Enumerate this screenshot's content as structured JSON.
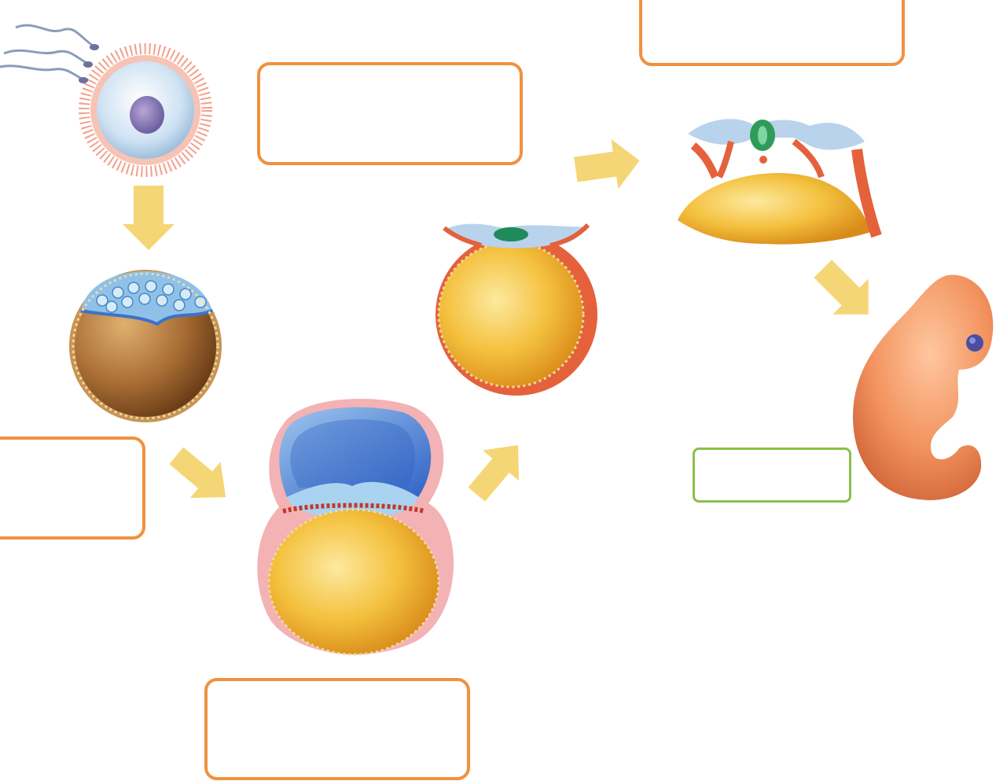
{
  "diagram": {
    "stages": [
      {
        "id": "fertilized-egg",
        "icon": "egg-with-sperm-illustration"
      },
      {
        "id": "blastula",
        "icon": "blastula-illustration"
      },
      {
        "id": "bilaminar-disc",
        "icon": "bilaminar-disc-illustration"
      },
      {
        "id": "trilaminar-disc",
        "icon": "trilaminar-disc-illustration"
      },
      {
        "id": "neurulation",
        "icon": "neural-tube-illustration"
      },
      {
        "id": "embryo",
        "icon": "embryo-illustration"
      }
    ],
    "label_boxes": [
      {
        "id": "top-right",
        "text": "",
        "border_color": "#f0913f"
      },
      {
        "id": "top-mid",
        "text": "",
        "border_color": "#f0913f"
      },
      {
        "id": "left",
        "text": "",
        "border_color": "#f0913f"
      },
      {
        "id": "bottom",
        "text": "",
        "border_color": "#f0913f"
      },
      {
        "id": "embryo",
        "text": "",
        "border_color": "#8cbf4a"
      }
    ],
    "arrow_color": "#f2cf5e"
  }
}
